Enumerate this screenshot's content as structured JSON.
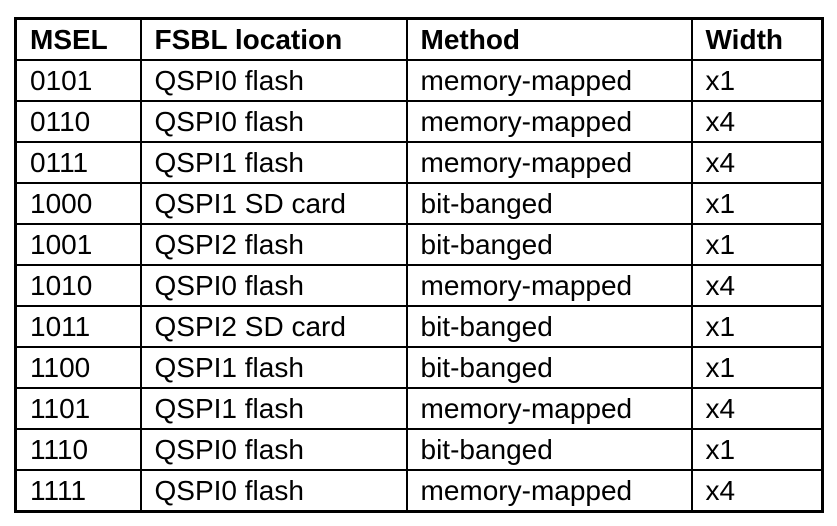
{
  "table": {
    "columns": [
      "MSEL",
      "FSBL location",
      "Method",
      "Width"
    ],
    "rows": [
      [
        "0101",
        "QSPI0 flash",
        "memory-mapped",
        "x1"
      ],
      [
        "0110",
        "QSPI0 flash",
        "memory-mapped",
        "x4"
      ],
      [
        "0111",
        "QSPI1 flash",
        "memory-mapped",
        "x4"
      ],
      [
        "1000",
        "QSPI1 SD card",
        "bit-banged",
        "x1"
      ],
      [
        "1001",
        "QSPI2 flash",
        "bit-banged",
        "x1"
      ],
      [
        "1010",
        "QSPI0 flash",
        "memory-mapped",
        "x4"
      ],
      [
        "1011",
        "QSPI2 SD card",
        "bit-banged",
        "x1"
      ],
      [
        "1100",
        "QSPI1 flash",
        "bit-banged",
        "x1"
      ],
      [
        "1101",
        "QSPI1 flash",
        "memory-mapped",
        "x4"
      ],
      [
        "1110",
        "QSPI0 flash",
        "bit-banged",
        "x1"
      ],
      [
        "1111",
        "QSPI0 flash",
        "memory-mapped",
        "x4"
      ]
    ],
    "colors": {
      "border": "#000000",
      "text": "#000000",
      "background": "#ffffff"
    }
  }
}
